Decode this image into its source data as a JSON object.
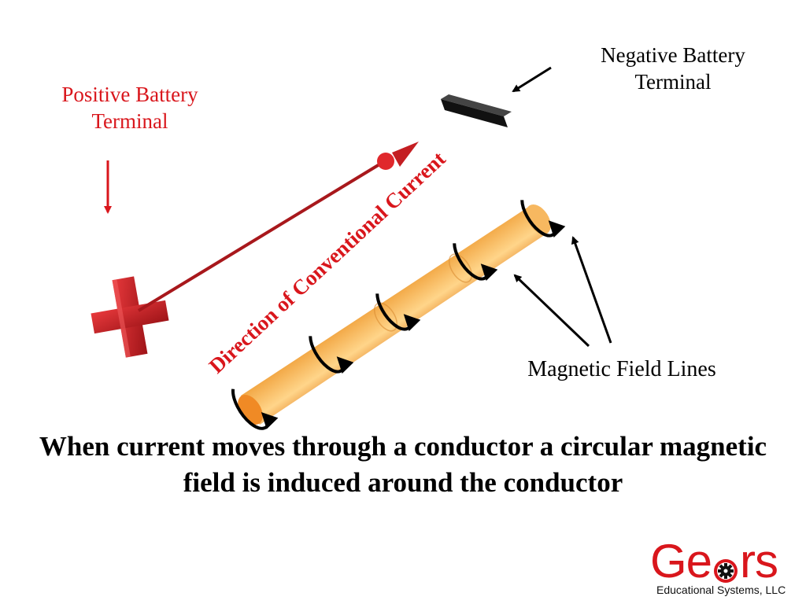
{
  "labels": {
    "positive_terminal": "Positive Battery Terminal",
    "negative_terminal": "Negative Battery Terminal",
    "current_direction": "Direction of Conventional Current",
    "magnetic_field_lines": "Magnetic Field Lines"
  },
  "caption": "When current moves through a conductor a circular magnetic field is induced around the conductor",
  "logo": {
    "word": "Gears",
    "subtitle": "Educational Systems, LLC"
  },
  "colors": {
    "red": "#d9161c",
    "terminal_red": "#c41e22",
    "conductor": "#f2a238",
    "black": "#111111"
  }
}
